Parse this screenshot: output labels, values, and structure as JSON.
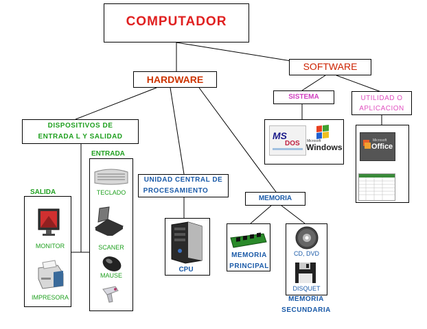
{
  "title": "COMPUTADOR",
  "hardware": "HARDWARE",
  "software": "SOFTWARE",
  "sistema": "SISTEMA",
  "utilidad": {
    "line1": "UTILIDAD O",
    "line2": "APLICACION"
  },
  "dispositivos": {
    "line1": "DISPOSITIVOS DE",
    "line2": "ENTRADA L Y SALIDAD"
  },
  "entrada": {
    "heading": "ENTRADA",
    "items": [
      "TECLADO",
      "SCANER",
      "MAUSE"
    ]
  },
  "salida": {
    "heading": "SALIDA",
    "items": [
      "MONITOR",
      "IMPRESORA"
    ]
  },
  "ucp": {
    "line1": "UNIDAD CENTRAL DE",
    "line2": "PROCESAMIENTO",
    "cpu": "CPU"
  },
  "memoria": {
    "label": "MEMORIA",
    "principal": {
      "line1": "MEMORIA",
      "line2": "PRINCIPAL"
    },
    "secundaria": {
      "line1": "MEMORIA",
      "line2": "SECUNDARIA",
      "items": [
        "CD, DVD",
        "DISQUET"
      ]
    }
  },
  "logos": {
    "msdos_line1": "MS",
    "msdos_line2": "DOS",
    "windows_small": "Microsoft",
    "windows": "Windows",
    "office_small": "Microsoft",
    "office": "Office"
  },
  "colors": {
    "title": "#e02020",
    "hardware": "#cc3300",
    "software": "#cc2200",
    "sistema": "#d040c0",
    "utilidad": "#e050c0",
    "green": "#20a020",
    "blue": "#1a5aa8",
    "grey": "#5a5a5a"
  }
}
